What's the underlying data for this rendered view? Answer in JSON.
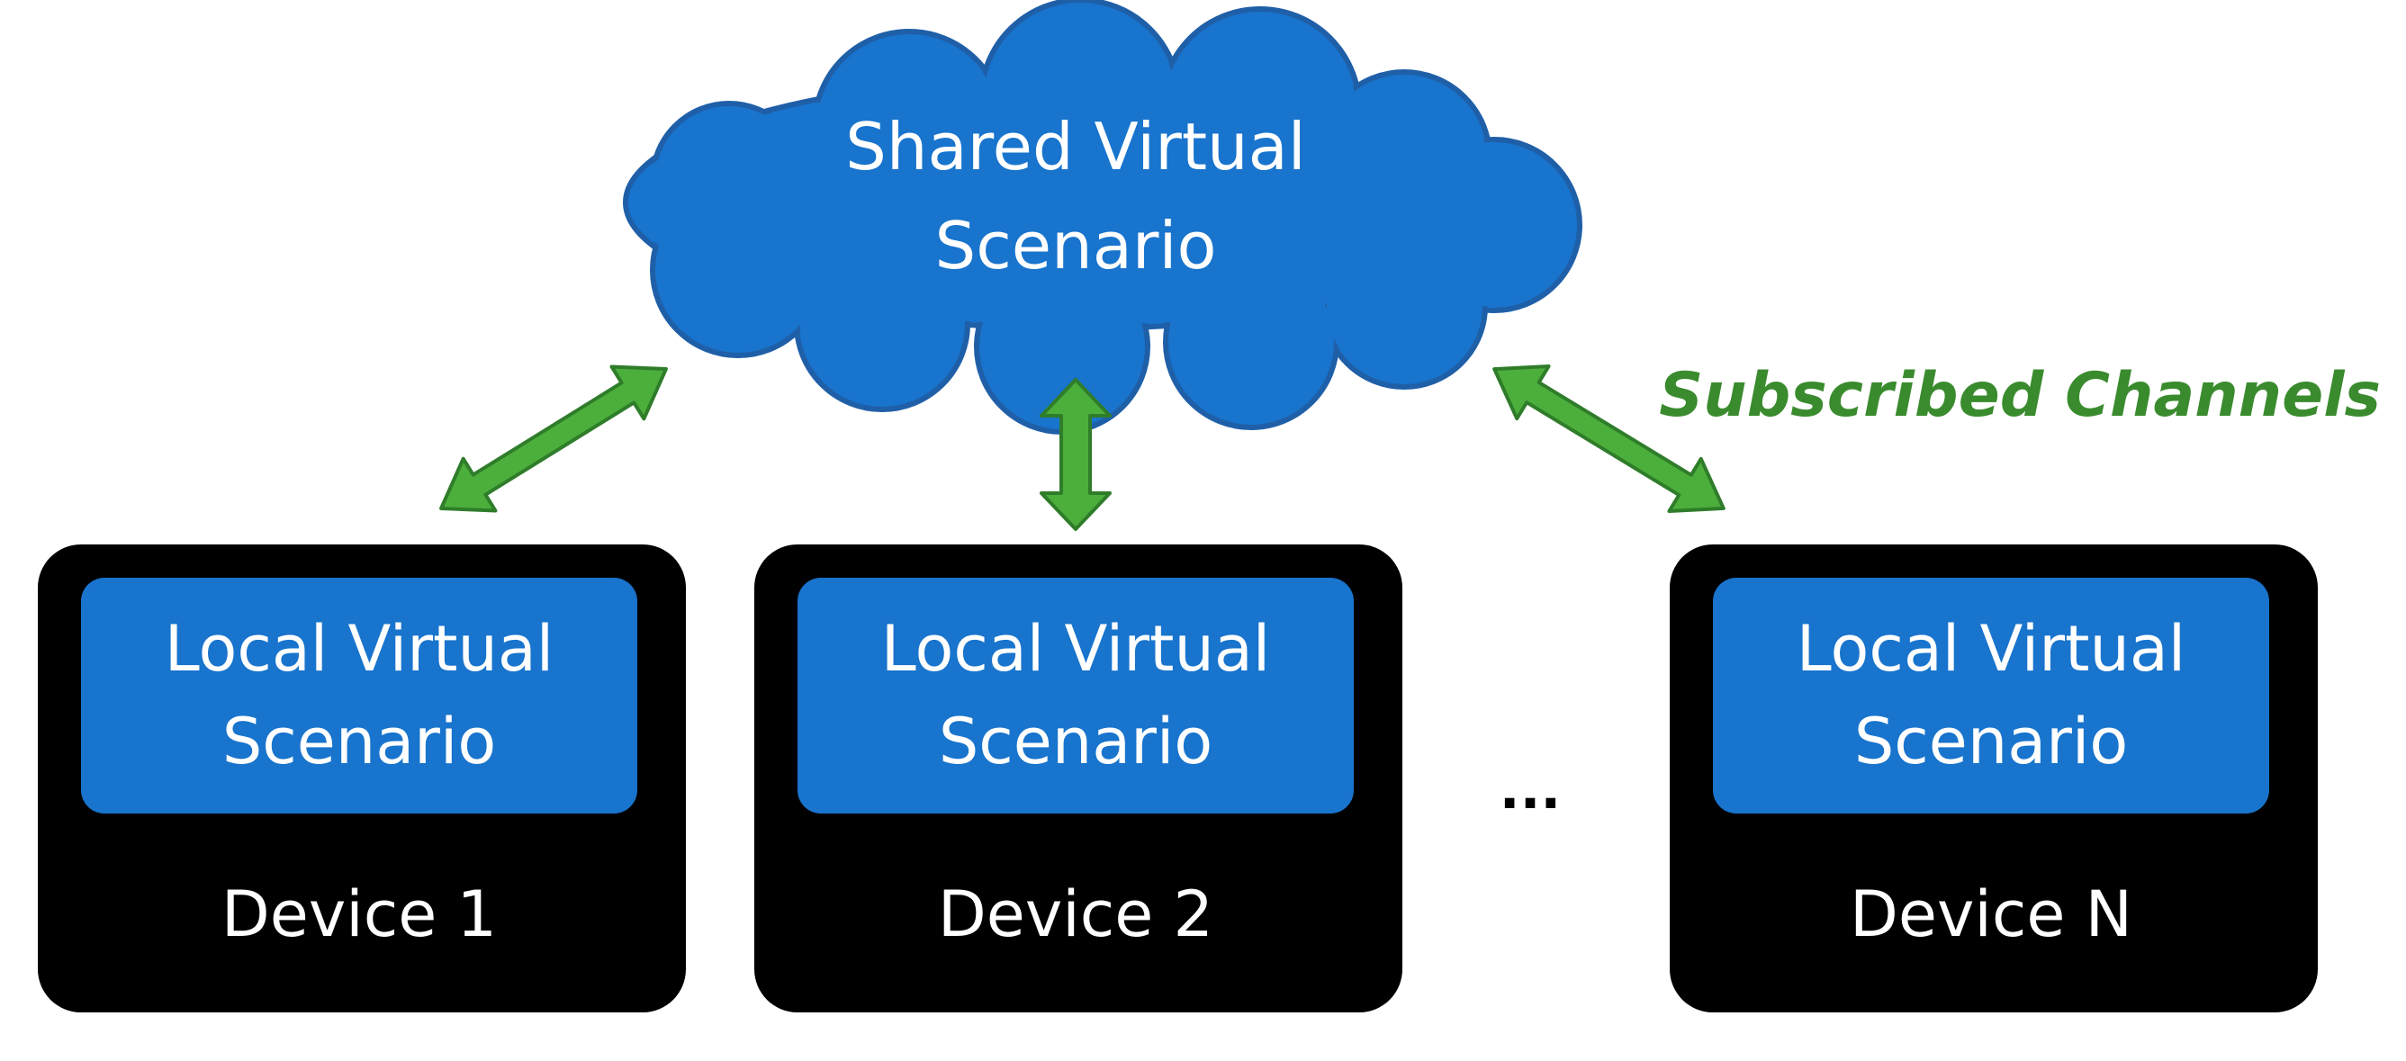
{
  "diagram": {
    "cloud": {
      "line1": "Shared Virtual",
      "line2": "Scenario"
    },
    "channels_label": "Subscribed Channels",
    "ellipsis": "...",
    "devices": [
      {
        "inner_line1": "Local Virtual",
        "inner_line2": "Scenario",
        "label": "Device 1"
      },
      {
        "inner_line1": "Local Virtual",
        "inner_line2": "Scenario",
        "label": "Device 2"
      },
      {
        "inner_line1": "Local Virtual",
        "inner_line2": "Scenario",
        "label": "Device N"
      }
    ]
  },
  "colors": {
    "cloud_fill": "#1874cd",
    "cloud_stroke": "#1f5fa8",
    "device_fill": "#000000",
    "scenario_fill": "#1874cd",
    "arrow_fill": "#4caf3c",
    "arrow_stroke": "#2f7d2a",
    "label_green": "#3a8b2e"
  }
}
